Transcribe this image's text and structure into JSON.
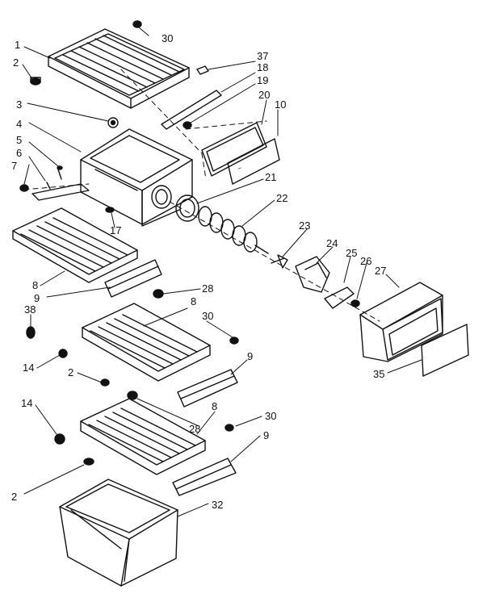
{
  "diagram": {
    "colors": {
      "ink": "#111111",
      "paper": "#ffffff"
    },
    "callouts": [
      "1",
      "2",
      "3",
      "4",
      "5",
      "6",
      "7",
      "8",
      "9",
      "10",
      "14",
      "17",
      "18",
      "19",
      "20",
      "21",
      "22",
      "23",
      "24",
      "25",
      "26",
      "27",
      "28",
      "30",
      "32",
      "35",
      "37",
      "38"
    ],
    "parts": {
      "top_shelf": "1",
      "shelf_support_2a": "2",
      "grommet_3": "3",
      "ice_bin_housing": "4",
      "screw_5": "5",
      "screw_6": "6",
      "nut_7": "7",
      "shelf_upper_left": "8",
      "shelf_trim_upper": "9",
      "door_cover": "10",
      "clip_14a": "14",
      "clip_17": "17",
      "rail_18": "18",
      "screw_19": "19",
      "frame_20": "20",
      "bearing_21": "21",
      "auger_spring_22": "22",
      "auger_coupler_23": "23",
      "housing_24": "24",
      "bracket_25": "25",
      "nut_26": "26",
      "ice_bucket_27": "27",
      "cap_28a": "28",
      "fastener_30a": "30",
      "crisper_pan_32": "32",
      "cover_35": "35",
      "clip_37": "37",
      "clip_38": "38"
    }
  }
}
